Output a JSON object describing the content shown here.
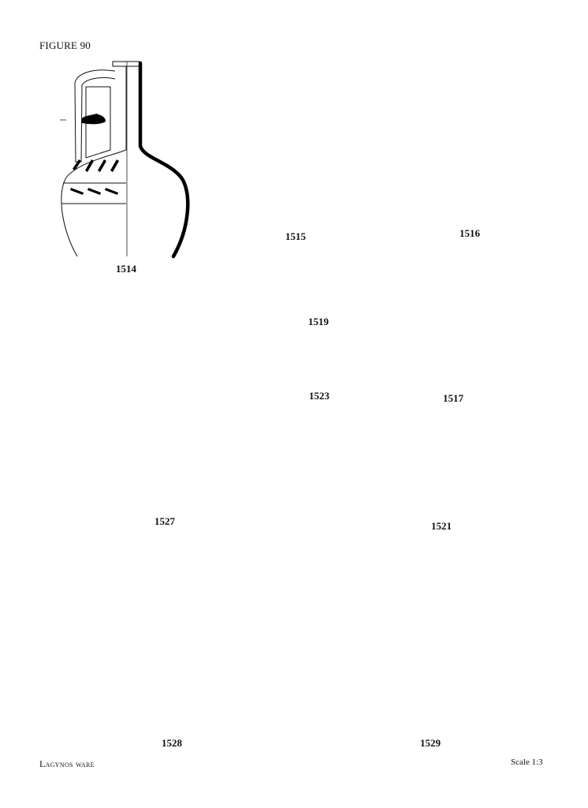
{
  "figure": {
    "title": "FIGURE 90",
    "footer_left": "Lagynos ware",
    "footer_right": "Scale 1:3"
  },
  "catalog": [
    {
      "key": "v1514",
      "number": "1514"
    },
    {
      "key": "v1515",
      "number": "1515"
    },
    {
      "key": "v1516",
      "number": "1516"
    },
    {
      "key": "v1519",
      "number": "1519"
    },
    {
      "key": "v1517",
      "number": "1517"
    },
    {
      "key": "v1523",
      "number": "1523"
    },
    {
      "key": "v1527",
      "number": "1527"
    },
    {
      "key": "v1521",
      "number": "1521"
    },
    {
      "key": "v1528",
      "number": "1528"
    },
    {
      "key": "v1529",
      "number": "1529"
    }
  ]
}
